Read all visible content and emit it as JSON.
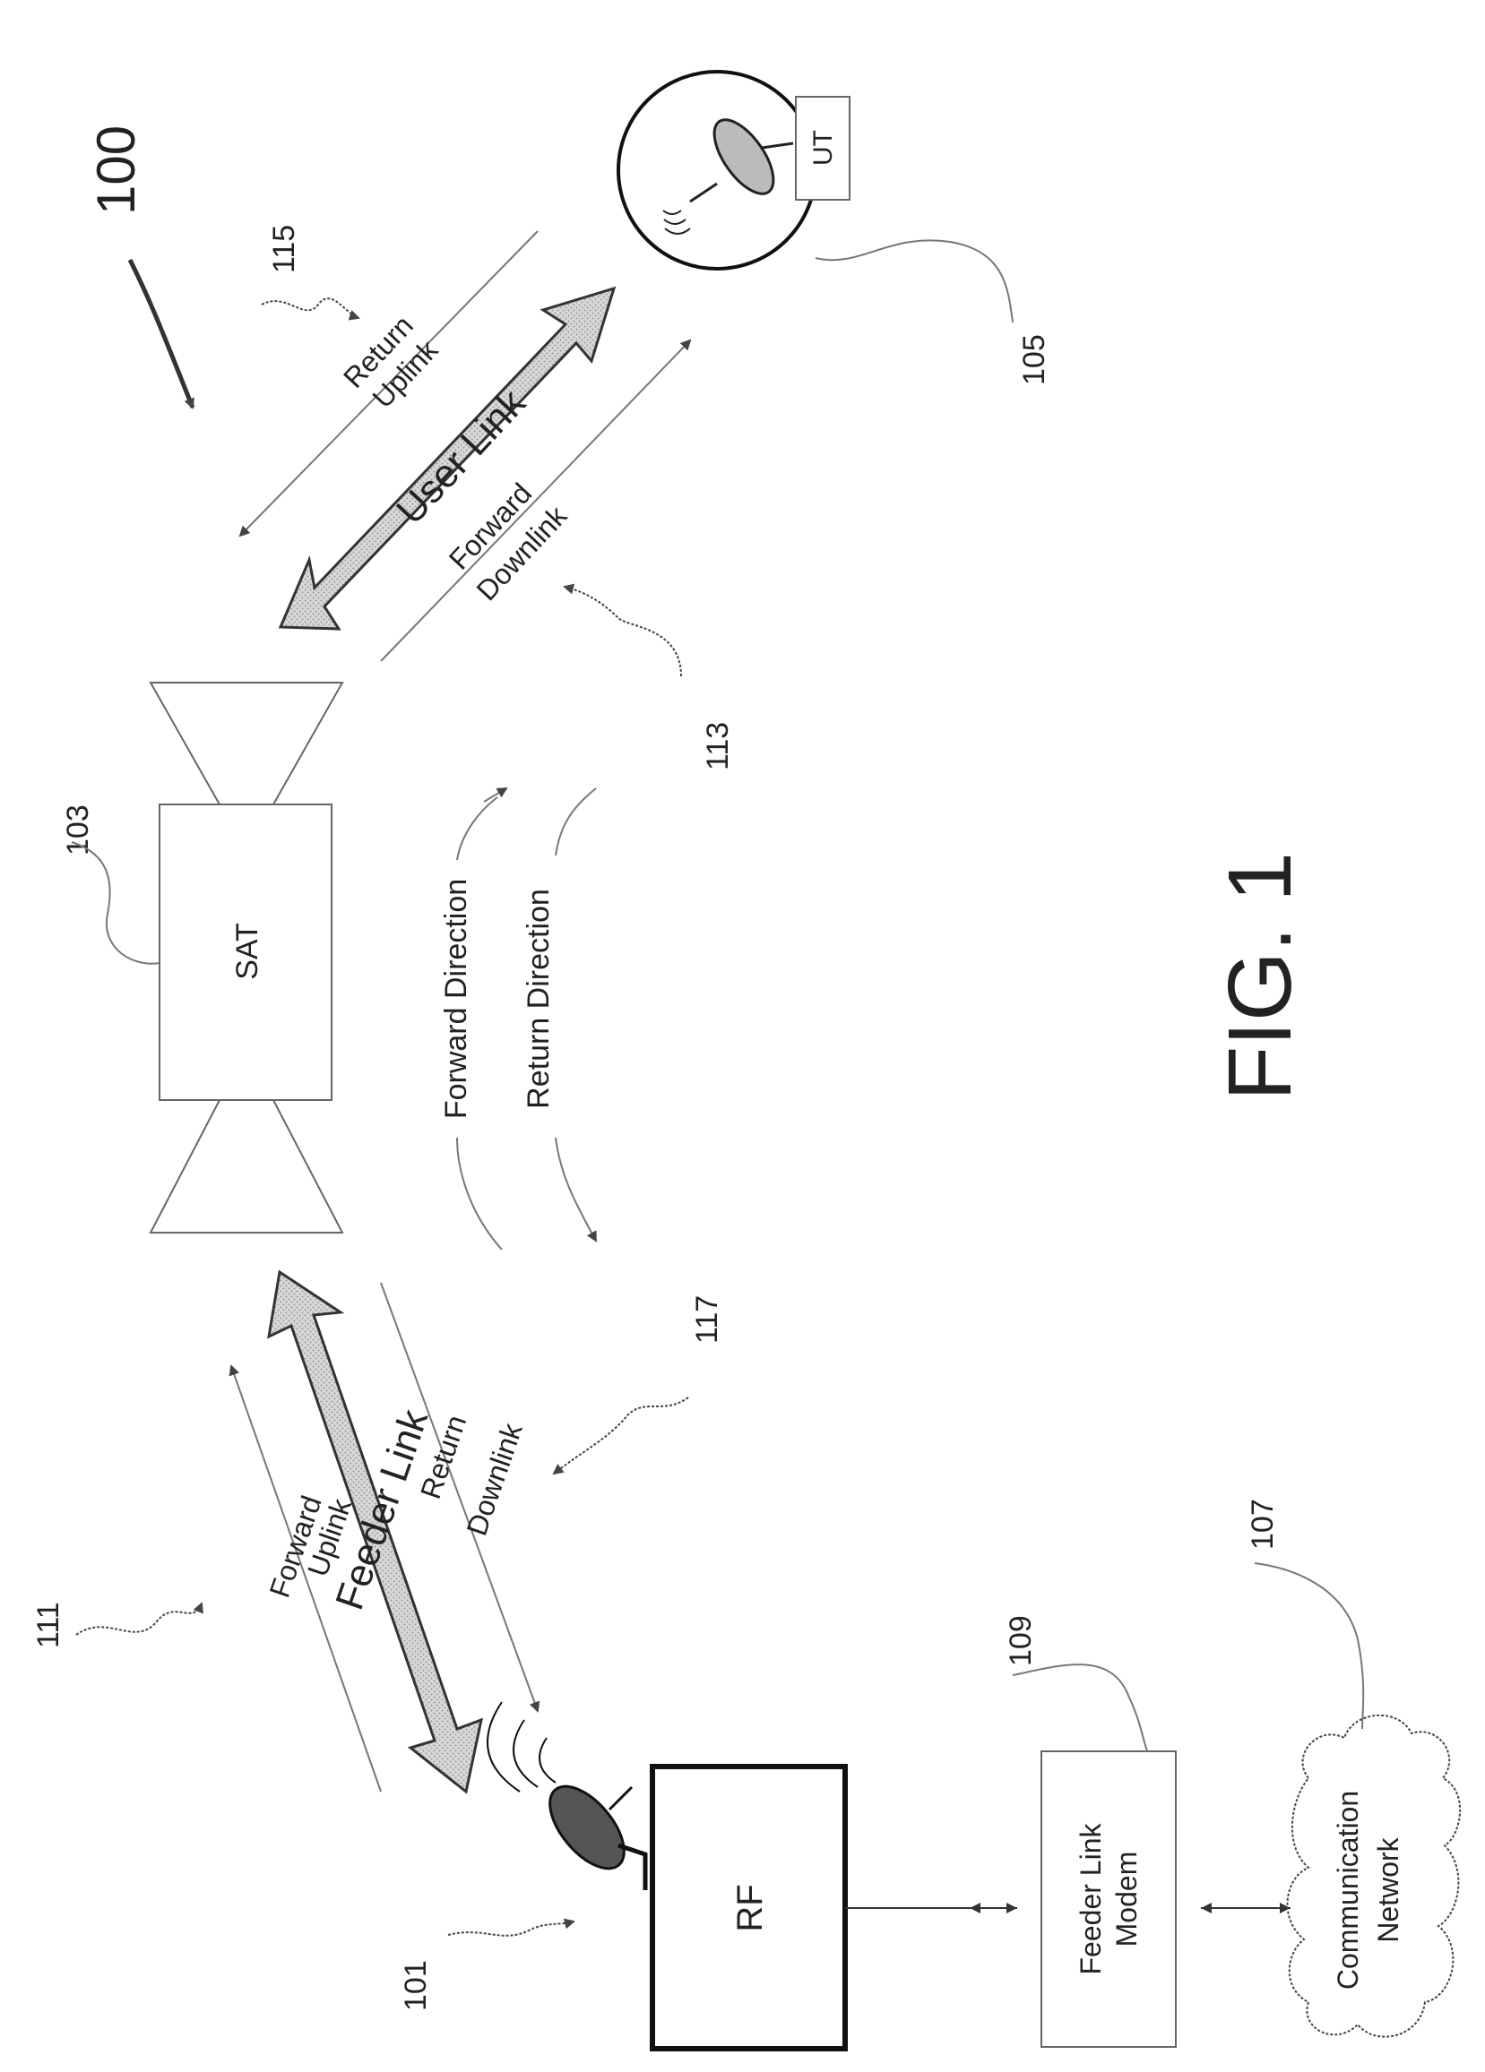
{
  "figure": {
    "fig_label": "FIG. 1",
    "system_ref": "100"
  },
  "nodes": {
    "satellite": {
      "label": "SAT",
      "ref": "103"
    },
    "user_terminal": {
      "label": "UT",
      "ref": "105"
    },
    "rf": {
      "label": "RF",
      "ref": "101"
    },
    "modem": {
      "line1": "Feeder Link",
      "line2": "Modem",
      "ref": "109"
    },
    "network": {
      "line1": "Communication",
      "line2": "Network",
      "ref": "107"
    }
  },
  "links": {
    "user_link": "User Link",
    "feeder_link": "Feeder Link",
    "return_uplink": {
      "line1": "Return",
      "line2": "Uplink",
      "ref": "115"
    },
    "forward_downlink": {
      "line1": "Forward",
      "line2": "Downlink",
      "ref": "113"
    },
    "forward_uplink": {
      "line1": "Forward",
      "line2": "Uplink",
      "ref": "111"
    },
    "return_downlink": {
      "line1": "Return",
      "line2": "Downlink",
      "ref": "117"
    }
  },
  "directions": {
    "forward": "Forward Direction",
    "return": "Return Direction"
  }
}
